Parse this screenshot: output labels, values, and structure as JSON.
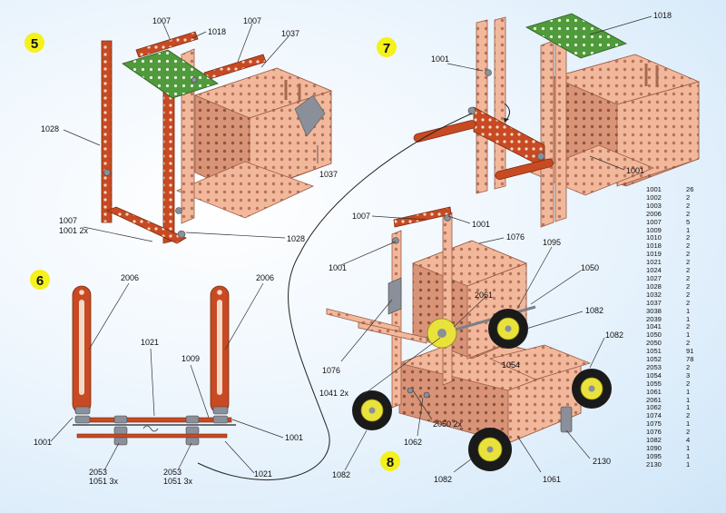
{
  "steps": [
    {
      "number": "5"
    },
    {
      "number": "6"
    },
    {
      "number": "7"
    },
    {
      "number": "8"
    }
  ],
  "step5_labels": {
    "l1007a": "1007",
    "l1018": "1018",
    "l1007b": "1007",
    "l1037a": "1037",
    "l1028a": "1028",
    "l1037b": "1037",
    "l1007c": "1007",
    "l1001": "1001 2x",
    "l1028b": "1028"
  },
  "step6_labels": {
    "l2006a": "2006",
    "l2006b": "2006",
    "l1021a": "1021",
    "l1009": "1009",
    "l1001a": "1001",
    "l1001b": "1001",
    "l1021b": "1021",
    "l2053a": "2053",
    "l1051a": "1051 3x",
    "l2053b": "2053",
    "l1051b": "1051 3x"
  },
  "step7_labels": {
    "l1018": "1018",
    "l1001a": "1001",
    "l1001b": "1001"
  },
  "step8_labels": {
    "l1007": "1007",
    "l1001a": "1001",
    "l1001b": "1001",
    "l1076a": "1076",
    "l1095": "1095",
    "l1050": "1050",
    "l2061": "2061",
    "l1082a": "1082",
    "l1082b": "1082",
    "l1076b": "1076",
    "l1054": "1054",
    "l1041": "1041 2x",
    "l2050": "2050 2x",
    "l1062": "1062",
    "l1082c": "1082",
    "l2130": "2130",
    "l1082d": "1082",
    "l1061": "1061"
  },
  "parts_list": [
    {
      "part": "1001",
      "qty": "26"
    },
    {
      "part": "1002",
      "qty": "2"
    },
    {
      "part": "1003",
      "qty": "2"
    },
    {
      "part": "2006",
      "qty": "2"
    },
    {
      "part": "1007",
      "qty": "5"
    },
    {
      "part": "1009",
      "qty": "1"
    },
    {
      "part": "1010",
      "qty": "2"
    },
    {
      "part": "1018",
      "qty": "2"
    },
    {
      "part": "1019",
      "qty": "2"
    },
    {
      "part": "1021",
      "qty": "2"
    },
    {
      "part": "1024",
      "qty": "2"
    },
    {
      "part": "1027",
      "qty": "2"
    },
    {
      "part": "1028",
      "qty": "2"
    },
    {
      "part": "1032",
      "qty": "2"
    },
    {
      "part": "1037",
      "qty": "2"
    },
    {
      "part": "3038",
      "qty": "1"
    },
    {
      "part": "2039",
      "qty": "1"
    },
    {
      "part": "1041",
      "qty": "2"
    },
    {
      "part": "1050",
      "qty": "1"
    },
    {
      "part": "2050",
      "qty": "2"
    },
    {
      "part": "1051",
      "qty": "91"
    },
    {
      "part": "1052",
      "qty": "78"
    },
    {
      "part": "2053",
      "qty": "2"
    },
    {
      "part": "1054",
      "qty": "3"
    },
    {
      "part": "1055",
      "qty": "2"
    },
    {
      "part": "1061",
      "qty": "1"
    },
    {
      "part": "2061",
      "qty": "1"
    },
    {
      "part": "1062",
      "qty": "1"
    },
    {
      "part": "1074",
      "qty": "2"
    },
    {
      "part": "1075",
      "qty": "1"
    },
    {
      "part": "1076",
      "qty": "2"
    },
    {
      "part": "1082",
      "qty": "4"
    },
    {
      "part": "1090",
      "qty": "1"
    },
    {
      "part": "1095",
      "qty": "1"
    },
    {
      "part": "2130",
      "qty": "1"
    }
  ],
  "colors": {
    "body": "#f2b89c",
    "body_dark": "#d99477",
    "strip_red": "#c84a22",
    "plate_green": "#4f9a3a",
    "tire": "#1a1a1a",
    "hub": "#e9e23a",
    "bolt": "#8a8f99",
    "step_badge": "#f5f11a"
  }
}
